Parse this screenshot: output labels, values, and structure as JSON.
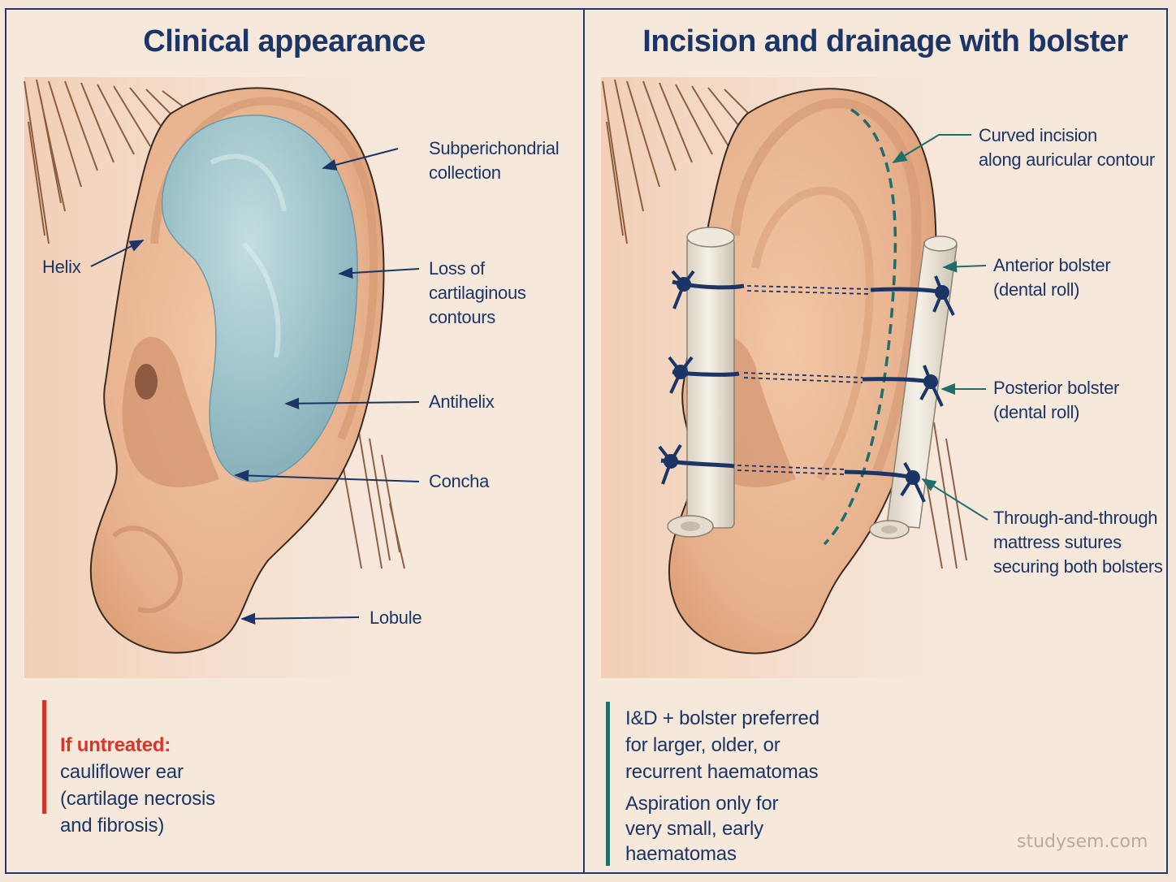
{
  "left_panel": {
    "title": "Clinical appearance",
    "labels": {
      "helix": "Helix",
      "subperichondrial": "Subperichondrial\ncollection",
      "loss": "Loss of\ncartilaginous\ncontours",
      "antihelix": "Antihelix",
      "concha": "Concha",
      "lobule": "Lobule"
    },
    "note": {
      "heading": "If untreated:",
      "body": "cauliflower ear\n(cartilage necrosis\nand fibrosis)"
    }
  },
  "right_panel": {
    "title": "Incision and drainage with bolster",
    "labels": {
      "incision": "Curved incision\nalong auricular contour",
      "anterior": "Anterior bolster\n(dental roll)",
      "posterior": "Posterior bolster\n(dental roll)",
      "sutures": "Through-and-through\nmattress sutures\nsecuring both bolsters"
    },
    "notes": {
      "first": "I&D + bolster preferred\nfor larger, older, or\nrecurrent haematomas",
      "second": "Aspiration only for\nvery small, early\nhaematomas"
    }
  },
  "watermark": "studysem.com",
  "colors": {
    "navy": "#1b3566",
    "teal": "#1e6e6a",
    "warning_red": "#d8352a",
    "skin": "#eab996",
    "haematoma": "#9cc4cc"
  }
}
